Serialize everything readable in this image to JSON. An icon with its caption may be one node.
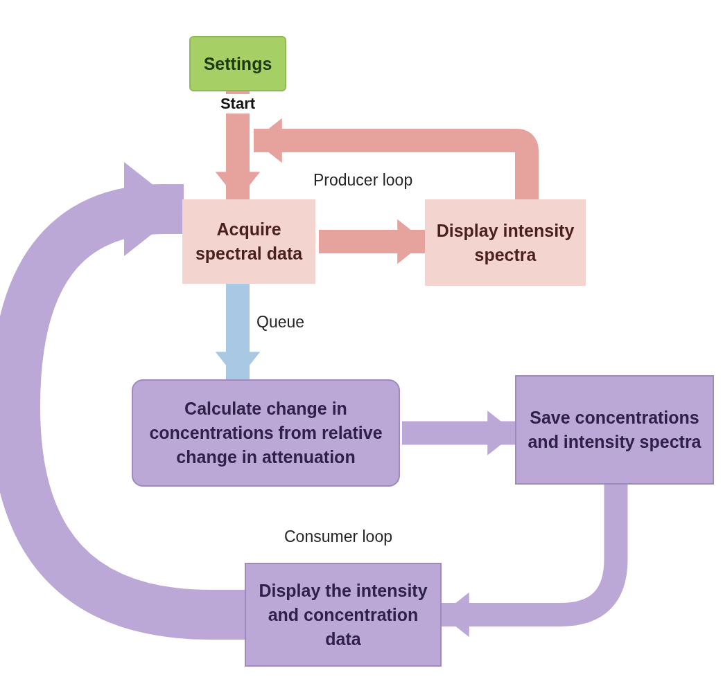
{
  "diagram": {
    "nodes": [
      {
        "text": [
          "Settings"
        ]
      },
      {
        "text": [
          "Acquire spectral data"
        ]
      },
      {
        "text": [
          "Display intensity spectra"
        ]
      },
      {
        "text": [
          "Calculate change in concentrations from relative change in attenuation"
        ]
      },
      {
        "text": [
          "Save concentrations and intensity spectra"
        ]
      },
      {
        "text": [
          "Display the intensity and concentration data"
        ]
      }
    ],
    "edges": [
      {
        "from": 0,
        "to": 1,
        "arrow": "to",
        "color": "#e6a29c",
        "label": "Start"
      },
      {
        "from": 1,
        "to": 2,
        "arrow": "to",
        "color": "#e6a29c"
      },
      {
        "from": 2,
        "to": 1,
        "arrow": "to",
        "color": "#e6a29c"
      },
      {
        "from": 1,
        "to": 3,
        "arrow": "to",
        "color": "#a9c8e4"
      },
      {
        "from": 3,
        "to": 4,
        "arrow": "to",
        "color": "#bba8d6"
      },
      {
        "from": 4,
        "to": 5,
        "arrow": "to",
        "color": "#bba8d6"
      },
      {
        "from": 5,
        "to": 1,
        "arrow": "to",
        "color": "#bba8d6",
        "style": "thick"
      }
    ],
    "labels": [
      "Producer loop",
      "Queue",
      "Consumer loop"
    ]
  }
}
